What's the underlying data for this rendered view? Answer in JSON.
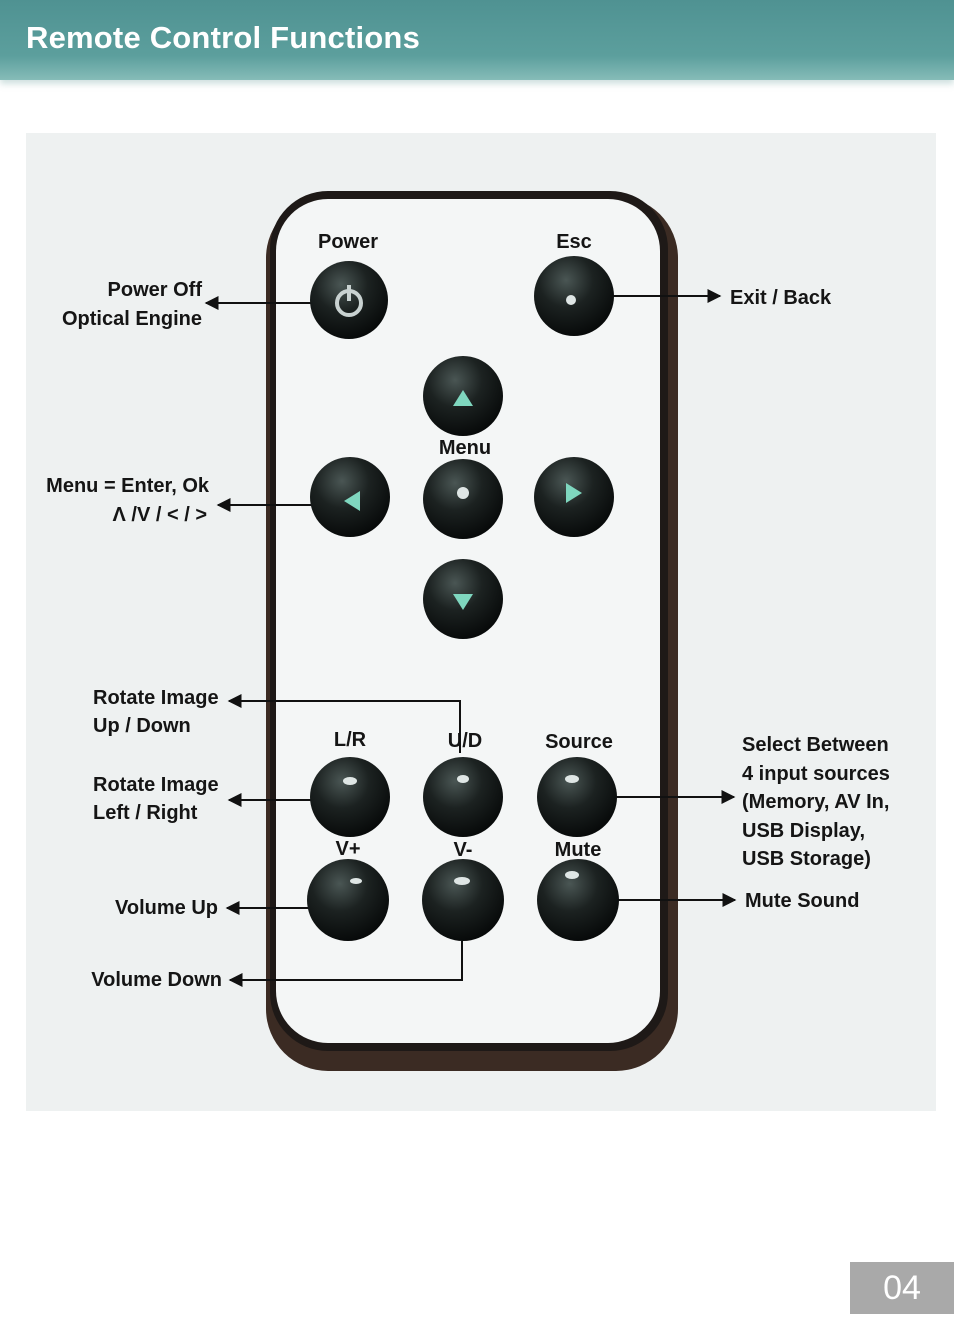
{
  "header": {
    "title": "Remote Control Functions",
    "color": "#5c9f9d"
  },
  "remote": {
    "button_labels": {
      "power": "Power",
      "esc": "Esc",
      "menu": "Menu",
      "lr": "L/R",
      "ud": "U/D",
      "source": "Source",
      "vplus": "V+",
      "vminus": "V-",
      "mute": "Mute"
    },
    "callouts": {
      "power_off_line1": "Power Off",
      "power_off_line2": "Optical Engine",
      "exit_back": "Exit / Back",
      "menu_enter_line1": "Menu = Enter, Ok",
      "menu_enter_line2": "Λ /V / < / >",
      "rotate_ud_line1": "Rotate Image",
      "rotate_ud_line2": "Up / Down",
      "rotate_lr_line1": "Rotate Image",
      "rotate_lr_line2": "Left / Right",
      "select_line1": "Select Between",
      "select_line2": "4 input sources",
      "select_line3": "(Memory, AV In,",
      "select_line4": "USB Display,",
      "select_line5": "USB Storage)",
      "volume_up": "Volume Up",
      "volume_down": "Volume Down",
      "mute_sound": "Mute Sound"
    }
  },
  "footer": {
    "page_number": "04"
  }
}
